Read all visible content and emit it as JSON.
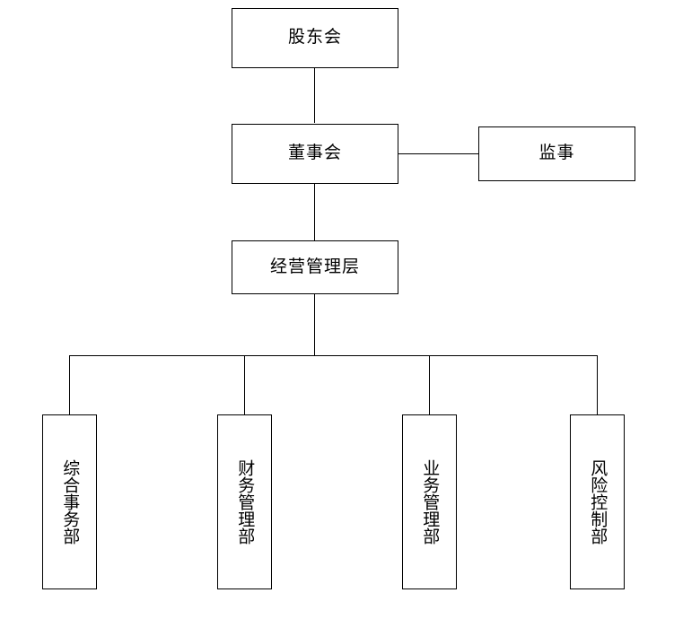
{
  "diagram": {
    "title": "",
    "type": "organization-chart",
    "colors": {
      "line": "#000000",
      "box_border": "#000000",
      "box_fill": "#ffffff",
      "text": "#000000"
    },
    "nodes": [
      {
        "id": "shareholders",
        "label": "股东会",
        "orientation": "horizontal"
      },
      {
        "id": "board",
        "label": "董事会",
        "orientation": "horizontal"
      },
      {
        "id": "supervisor",
        "label": "监事",
        "orientation": "horizontal"
      },
      {
        "id": "management",
        "label": "经营管理层",
        "orientation": "horizontal"
      },
      {
        "id": "general-affairs",
        "label": "综合事务部",
        "orientation": "vertical"
      },
      {
        "id": "finance",
        "label": "财务管理部",
        "orientation": "vertical"
      },
      {
        "id": "business",
        "label": "业务管理部",
        "orientation": "vertical"
      },
      {
        "id": "risk-control",
        "label": "风险控制部",
        "orientation": "vertical"
      }
    ],
    "edges": [
      {
        "from": "shareholders",
        "to": "board"
      },
      {
        "from": "board",
        "to": "supervisor"
      },
      {
        "from": "board",
        "to": "management"
      },
      {
        "from": "management",
        "to": "general-affairs"
      },
      {
        "from": "management",
        "to": "finance"
      },
      {
        "from": "management",
        "to": "business"
      },
      {
        "from": "management",
        "to": "risk-control"
      }
    ]
  }
}
